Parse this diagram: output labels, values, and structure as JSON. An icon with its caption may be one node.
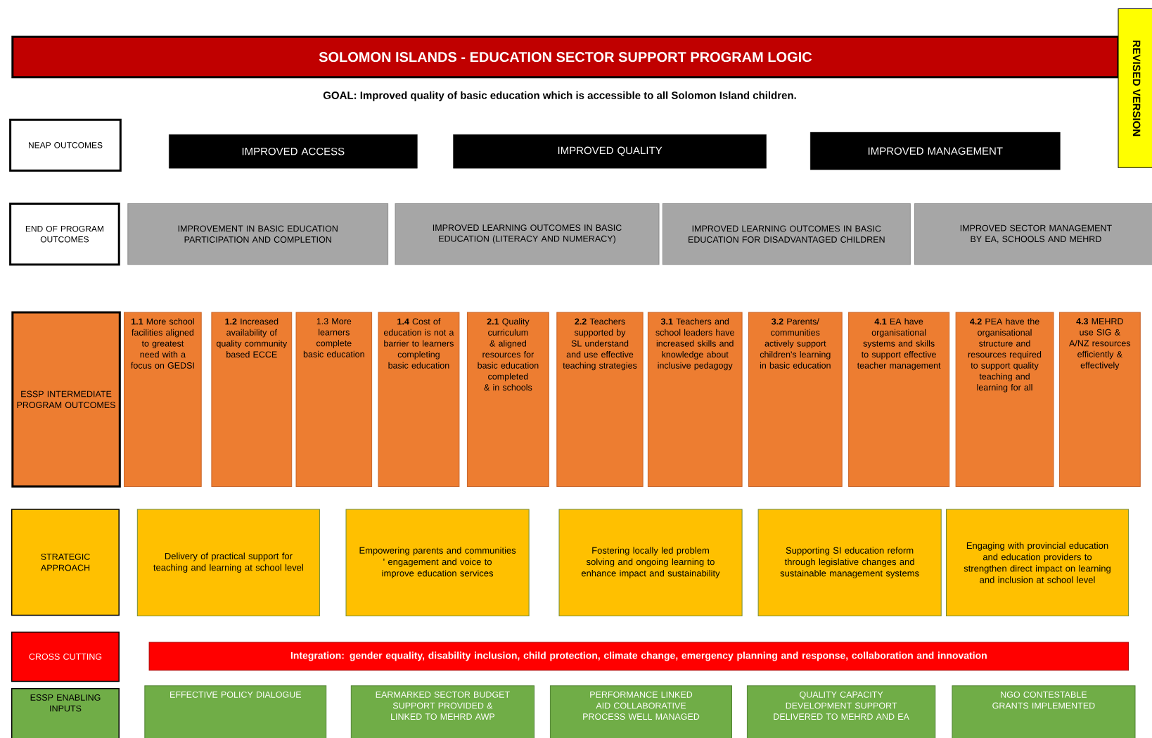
{
  "diagram": {
    "title": "SOLOMON ISLANDS - EDUCATION SECTOR SUPPORT PROGRAM LOGIC",
    "nodes": [
      {
        "text": [
          "REVISED VERSION"
        ]
      },
      {
        "text": [
          "NEAP OUTCOMES"
        ]
      },
      {
        "text": [
          "IMPROVED ACCESS"
        ]
      },
      {
        "text": [
          "IMPROVED QUALITY"
        ]
      },
      {
        "text": [
          "IMPROVED MANAGEMENT"
        ]
      },
      {
        "text": [
          "END OF PROGRAM OUTCOMES"
        ]
      },
      {
        "text": [
          "IMPROVEMENT IN BASIC EDUCATION PARTICIPATION AND COMPLETION"
        ]
      },
      {
        "text": [
          "IMPROVED LEARNING OUTCOMES IN BASIC EDUCATION (LITERACY AND NUMERACY)"
        ]
      },
      {
        "text": [
          "IMPROVED LEARNING OUTCOMES IN BASIC EDUCATION FOR DISADVANTAGED CHILDREN"
        ]
      },
      {
        "text": [
          "IMPROVED SECTOR MANAGEMENT BY EA, SCHOOLS AND MEHRD"
        ]
      },
      {
        "text": [
          "ESSP INTERMEDIATE PROGRAM OUTCOMES"
        ]
      },
      {
        "text": [
          "**1.1** More school facilities aligned to greatest need with a focus on GEDSI"
        ]
      },
      {
        "text": [
          "**1.2** Increased availability of quality community based ECCE"
        ]
      },
      {
        "text": [
          "1.3 More learners complete basic education"
        ]
      },
      {
        "text": [
          "**1.4** Cost of education is not a barrier to learners completing basic education"
        ]
      },
      {
        "text": [
          "**2.1** Quality curriculum & aligned resources for basic education completed & in schools"
        ]
      },
      {
        "text": [
          "**2.2** Teachers supported by SL understand and use effective teaching strategies"
        ]
      },
      {
        "text": [
          "**3.1** Teachers and school leaders have increased skills and knowledge about inclusive pedagogy"
        ]
      },
      {
        "text": [
          "**3.2** Parents/ communities actively support children's learning in basic education"
        ]
      },
      {
        "text": [
          "**4.1** EA have organisational systems and skills to support effective teacher management"
        ]
      },
      {
        "text": [
          "**4.2** PEA have the organisational structure and resources required to support quality teaching and learning for all"
        ]
      },
      {
        "text": [
          "**4.3** MEHRD use SIG & A/NZ resources efficiently & effectively"
        ]
      },
      {
        "text": [
          "STRATEGIC APPROACH"
        ]
      },
      {
        "text": [
          "Delivery of practical support for teaching and learning at school level"
        ]
      },
      {
        "text": [
          "Empowering parents and communities ' engagement and voice to improve education services"
        ]
      },
      {
        "text": [
          "Fostering locally led problem solving and ongoing learning to enhance impact and sustainability"
        ]
      },
      {
        "text": [
          "Supporting SI education reform through legislative changes and sustainable management systems"
        ]
      },
      {
        "text": [
          "Engaging with provincial education and education providers to strengthen direct impact on learning and inclusion at school level"
        ]
      },
      {
        "text": [
          "CROSS CUTTING"
        ]
      },
      {
        "text": [
          "Integration: gender equality, disability inclusion, child protection, climate change, emergency planning and response, collaboration and innovation"
        ]
      },
      {
        "text": [
          "ESSP ENABLING INPUTS"
        ]
      },
      {
        "text": [
          "EFFECTIVE POLICY DIALOGUE"
        ]
      },
      {
        "text": [
          "EARMARKED SECTOR BUDGET SUPPORT PROVIDED & LINKED TO MEHRD AWP"
        ]
      },
      {
        "text": [
          "PERFORMANCE LINKED AID COLLABORATIVE PROCESS WELL MANAGED"
        ]
      },
      {
        "text": [
          "QUALITY CAPACITY DEVELOPMENT SUPPORT DELIVERED TO MEHRD AND EA"
        ]
      },
      {
        "text": [
          "NGO CONTESTABLE GRANTS IMPLEMENTED"
        ]
      }
    ],
    "labels": [
      "GOAL:  Improved quality of basic education which is accessible to all Solomon Island children."
    ]
  }
}
